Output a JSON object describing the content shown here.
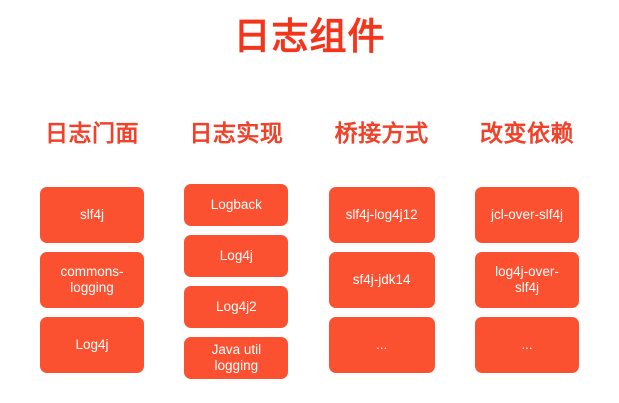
{
  "slide": {
    "title": "日志组件",
    "title_color": "#f5341c",
    "background_color": "#ffffff",
    "header_color": "#f0422a",
    "card_color": "#fb5130",
    "card_text_color": "#ffffff"
  },
  "columns": [
    {
      "header": "日志门面",
      "cards": [
        {
          "label": "slf4j"
        },
        {
          "label": "commons-\nlogging"
        },
        {
          "label": "Log4j"
        }
      ]
    },
    {
      "header": "日志实现",
      "cards": [
        {
          "label": "Logback"
        },
        {
          "label": "Log4j"
        },
        {
          "label": "Log4j2"
        },
        {
          "label": "Java util\nlogging"
        }
      ]
    },
    {
      "header": "桥接方式",
      "cards": [
        {
          "label": "slf4j-log4j12"
        },
        {
          "label": "sf4j-jdk14"
        },
        {
          "label": "..."
        }
      ]
    },
    {
      "header": "改变依赖",
      "cards": [
        {
          "label": "jcl-over-slf4j"
        },
        {
          "label": "log4j-over-\nslf4j"
        },
        {
          "label": "..."
        }
      ]
    }
  ]
}
